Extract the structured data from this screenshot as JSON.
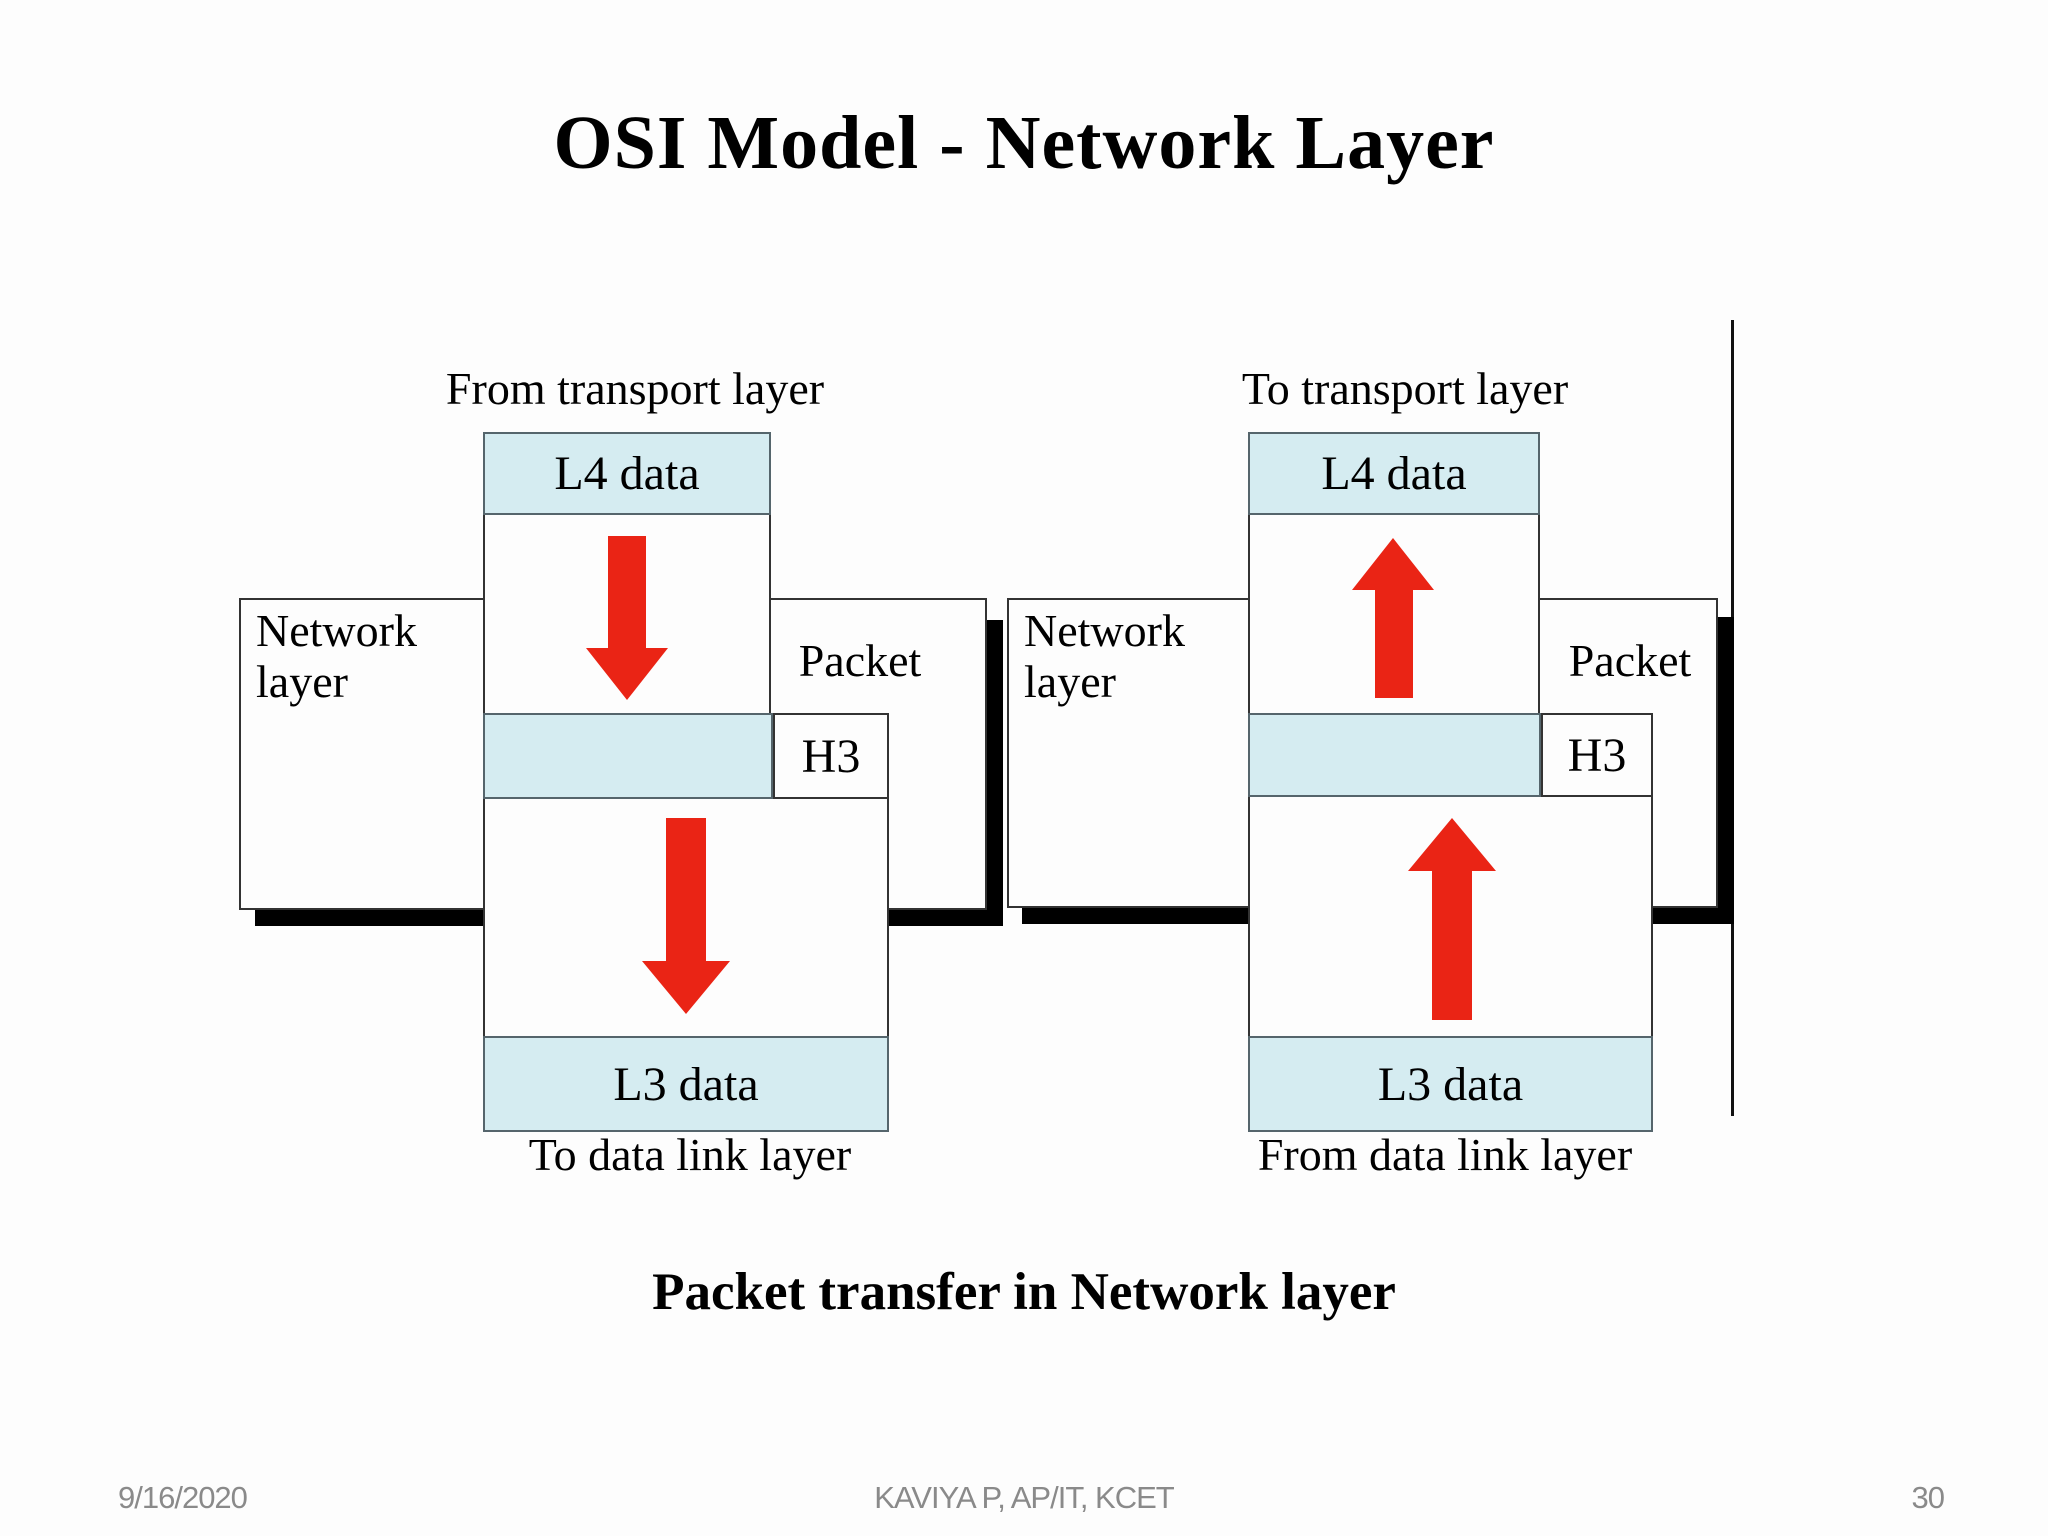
{
  "colors": {
    "background": "#fdfdfd",
    "box_fill": "#d5ecf1",
    "box_border": "#333333",
    "blue_border": "#55656c",
    "arrow_red": "#ea2415",
    "shadow": "#000000",
    "footer_gray": "#8a8a8a",
    "text": "#000000"
  },
  "title": "OSI Model - Network Layer",
  "caption": "Packet transfer in Network layer",
  "footer": {
    "date": "9/16/2020",
    "credit": "KAVIYA P, AP/IT, KCET",
    "page": "30"
  },
  "left": {
    "top_label": "From transport layer",
    "l4_label": "L4 data",
    "network_label": "Network\nlayer",
    "packet_label": "Packet",
    "h3_label": "H3",
    "l3_label": "L3 data",
    "bottom_label": "To data link layer",
    "arrow_direction": "down"
  },
  "right": {
    "top_label": "To transport layer",
    "l4_label": "L4 data",
    "network_label": "Network\nlayer",
    "packet_label": "Packet",
    "h3_label": "H3",
    "l3_label": "L3 data",
    "bottom_label": "From data link layer",
    "arrow_direction": "up"
  }
}
